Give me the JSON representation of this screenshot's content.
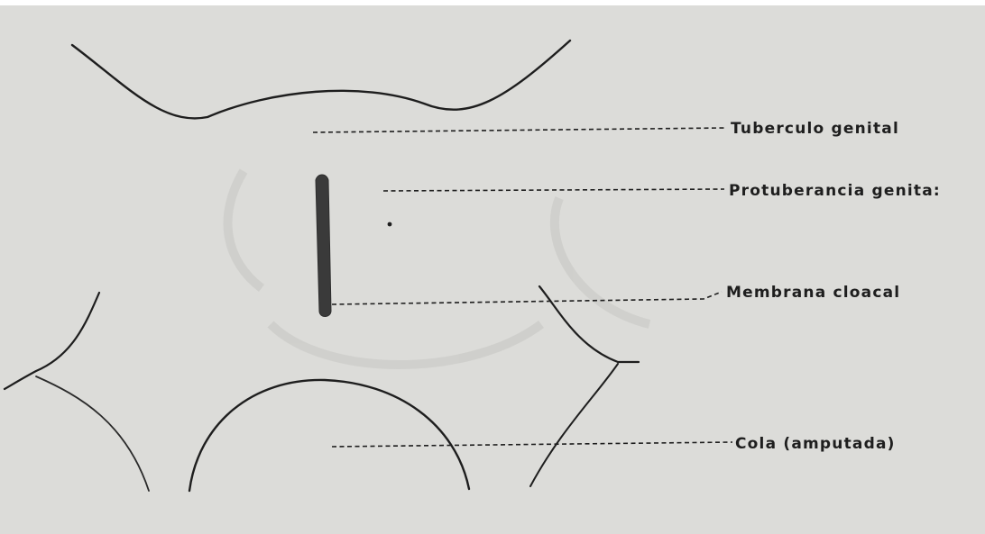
{
  "diagram": {
    "labels": {
      "tuberculo": "Tuberculo genital",
      "protuberancia": "Protuberancia genita:",
      "membrana": "Membrana cloacal",
      "cola": "Cola (amputada)"
    },
    "colors": {
      "paper": "#dcdcd9",
      "ink": "#1e1e1e",
      "membrane": "#3a3a3a",
      "faint_shading": "#cdcdca"
    }
  }
}
